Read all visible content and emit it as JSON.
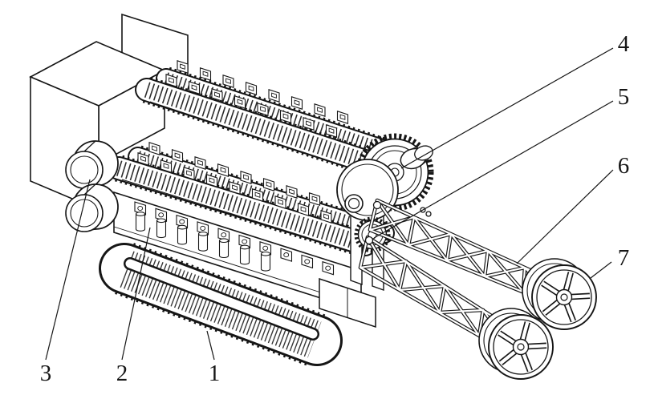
{
  "figure": {
    "labels": [
      {
        "text": "1"
      },
      {
        "text": "2"
      },
      {
        "text": "3"
      },
      {
        "text": "4"
      },
      {
        "text": "5"
      },
      {
        "text": "6"
      },
      {
        "text": "7"
      }
    ]
  },
  "colors": {
    "line": "#161616",
    "background": "#ffffff"
  }
}
